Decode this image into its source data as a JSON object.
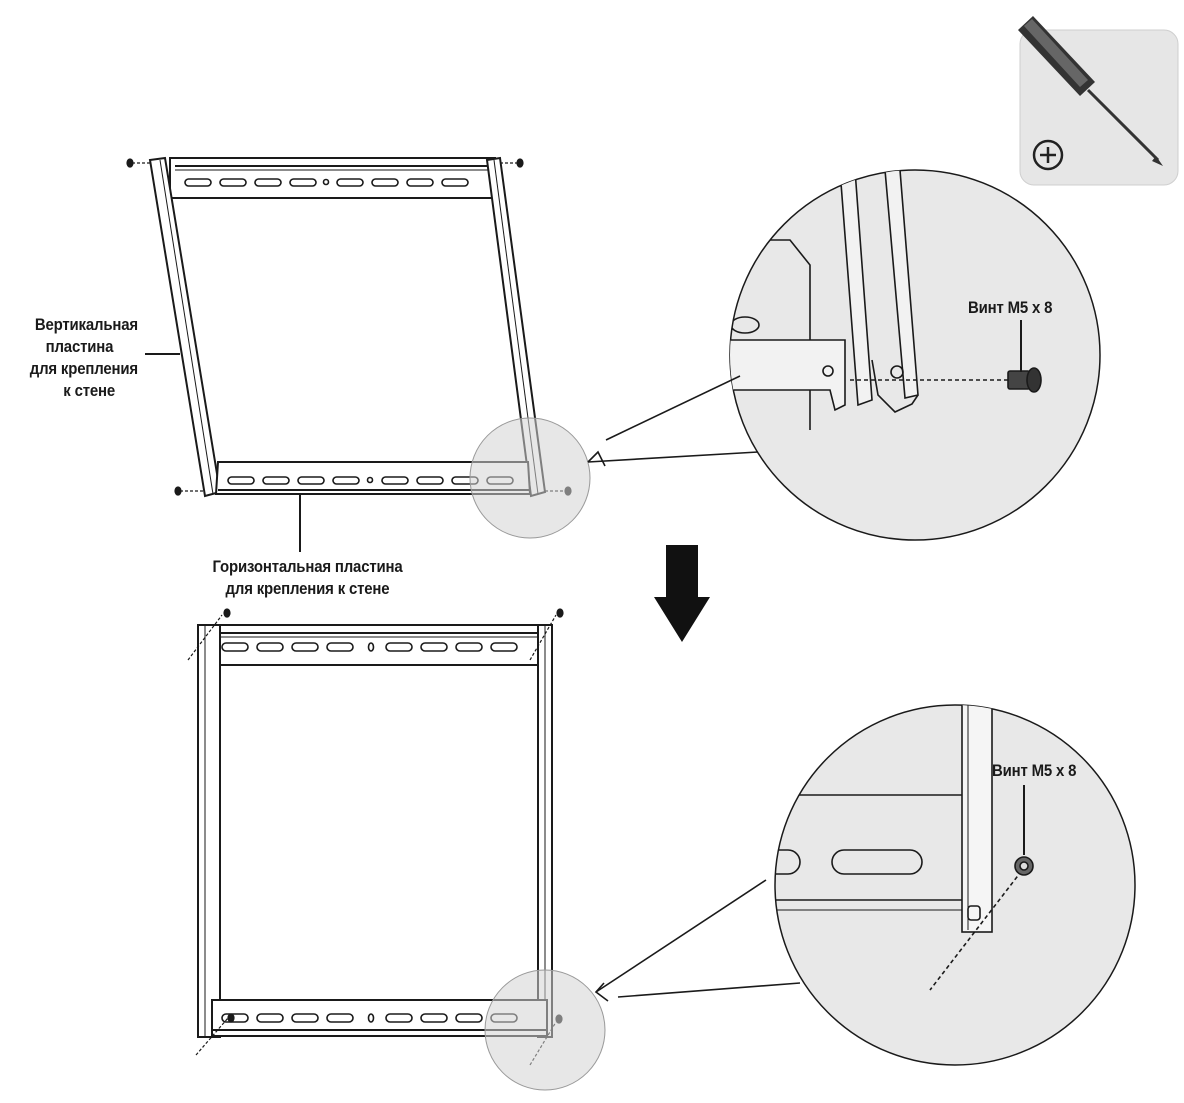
{
  "labels": {
    "vertical_plate": [
      "Вертикальная",
      "пластина",
      "для крепления",
      "к стене"
    ],
    "horizontal_plate": [
      "Горизонтальная пластина",
      "для крепления к стене"
    ],
    "screw_top": "Винт М5 x 8",
    "screw_bottom": "Винт М5 x 8"
  },
  "icons": {
    "tool": "phillips-screwdriver-icon",
    "direction": "arrow-down-icon"
  },
  "colors": {
    "line": "#1a1a1a",
    "panel": "#e6e6e6",
    "magnifier": "#e8e8e8",
    "background": "#ffffff"
  }
}
